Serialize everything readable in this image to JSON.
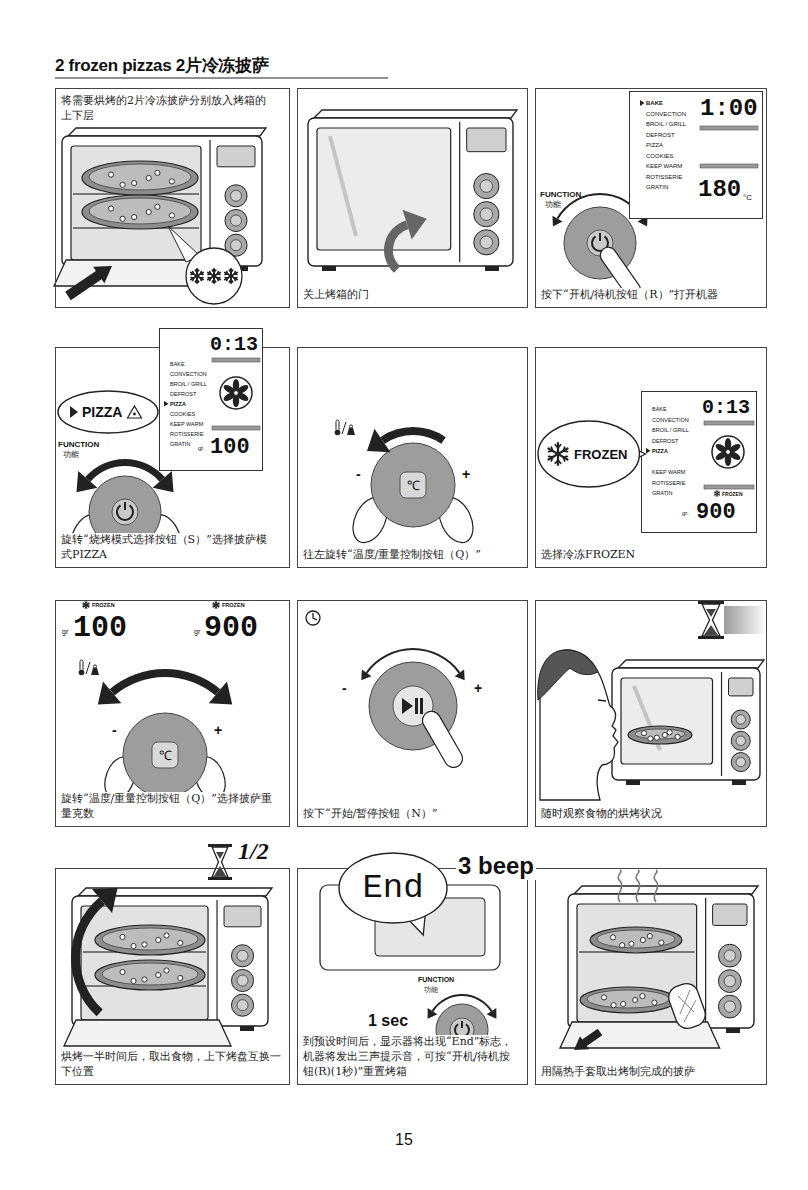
{
  "diagram": {
    "title": "2 frozen pizzas 2片冷冻披萨",
    "nodes": [
      {
        "text": [
          "将需要烘烤的2片冷冻披萨分别放入烤箱的上下层"
        ]
      },
      {
        "text": [
          "关上烤箱的门"
        ]
      },
      {
        "text": [
          "按下“开机/待机按钮（R）”打开机器"
        ]
      },
      {
        "text": [
          "BAKE",
          "CONVECTION",
          "BROIL / GRILL",
          "DEFROST",
          "PIZZA",
          "COOKIES",
          "KEEP WARM",
          "ROTISSERIE",
          "GRATIN",
          "1:00",
          "180",
          "°C"
        ],
        "in": 2
      },
      {
        "text": [
          "旋转“烧烤模式选择按钮（S）”选择披萨模式PIZZA"
        ]
      },
      {
        "text": [
          "BAKE",
          "CONVECTION",
          "BROIL / GRILL",
          "DEFROST",
          "PIZZA",
          "COOKIES",
          "KEEP WARM",
          "ROTISSERIE",
          "GRATIN",
          "0:13",
          "gr.",
          "100"
        ],
        "in": 4
      },
      {
        "text": [
          "PIZZA"
        ],
        "in": 4
      },
      {
        "text": [
          "往左旋转“温度/重量控制按钮（Q）”"
        ]
      },
      {
        "text": [
          "选择冷冻FROZEN"
        ]
      },
      {
        "text": [
          "BAKE",
          "CONVECTION",
          "BROIL / GRILL",
          "DEFROST",
          "PIZZA",
          "KEEP WARM",
          "ROTISSERIE",
          "GRATIN",
          "0:13",
          "FROZEN",
          "gr.",
          "900"
        ],
        "in": 8
      },
      {
        "text": [
          "FROZEN"
        ],
        "in": 8
      },
      {
        "text": [
          "旋转“温度/重量控制按钮（Q）”选择披萨重量克数"
        ]
      },
      {
        "text": [
          "按下“开始/暂停按钮（N）”"
        ]
      },
      {
        "text": [
          "随时观察食物的烘烤状况"
        ]
      },
      {
        "text": [
          "烘烤一半时间后，取出食物，上下烤盘互换一下位置"
        ]
      },
      {
        "text": [
          "到预设时间后，显示器将出现“End”标志，机器将发出三声提示音，可按“开机/待机按钮(R)(1秒)”重置烤箱"
        ]
      },
      {
        "text": [
          "End"
        ],
        "in": 15
      },
      {
        "text": [
          "用隔热手套取出烤制完成的披萨"
        ]
      }
    ],
    "labels": [
      "FUNCTION",
      "功能",
      "FUNCTION",
      "功能",
      "℃",
      "-",
      "+",
      "FROZEN",
      "gr",
      "100",
      "FROZEN",
      "gr",
      "900",
      "-",
      "+",
      "℃",
      "-",
      "+",
      "1/2",
      "3 beep",
      "1 sec",
      "FUNCTION",
      "功能",
      "15"
    ]
  }
}
